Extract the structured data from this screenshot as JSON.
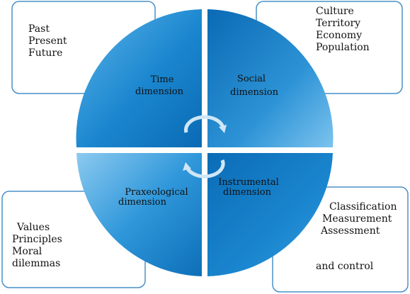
{
  "colors": {
    "box_border": "#4a90c8",
    "quadrant_light": "#a9d2f0",
    "quadrant_mid": "#3fa0dc",
    "quadrant_dark": "#0c6fb8",
    "arrow": "#cfe6f7"
  },
  "time": {
    "label_line1": "Time",
    "label_line2": "dimension",
    "items": [
      "Past",
      "Present",
      "Future"
    ]
  },
  "social": {
    "label_line1": "Social",
    "label_line2": "dimension",
    "items": [
      "Culture",
      "Territory",
      "Economy",
      "Population"
    ]
  },
  "praxeological": {
    "label_line1": "Praxeological",
    "label_line2": "dimension",
    "items": [
      "Values",
      "Principles",
      "Moral",
      "dilemmas"
    ]
  },
  "instrumental": {
    "label_line1": "Instrumental",
    "label_line2": "dimension",
    "items": [
      "Classification",
      "Measurement",
      "Assessment",
      "",
      "and control"
    ]
  },
  "center_icons": [
    "rotate-clockwise-arrow-icon",
    "rotate-counterclockwise-arrow-icon"
  ]
}
